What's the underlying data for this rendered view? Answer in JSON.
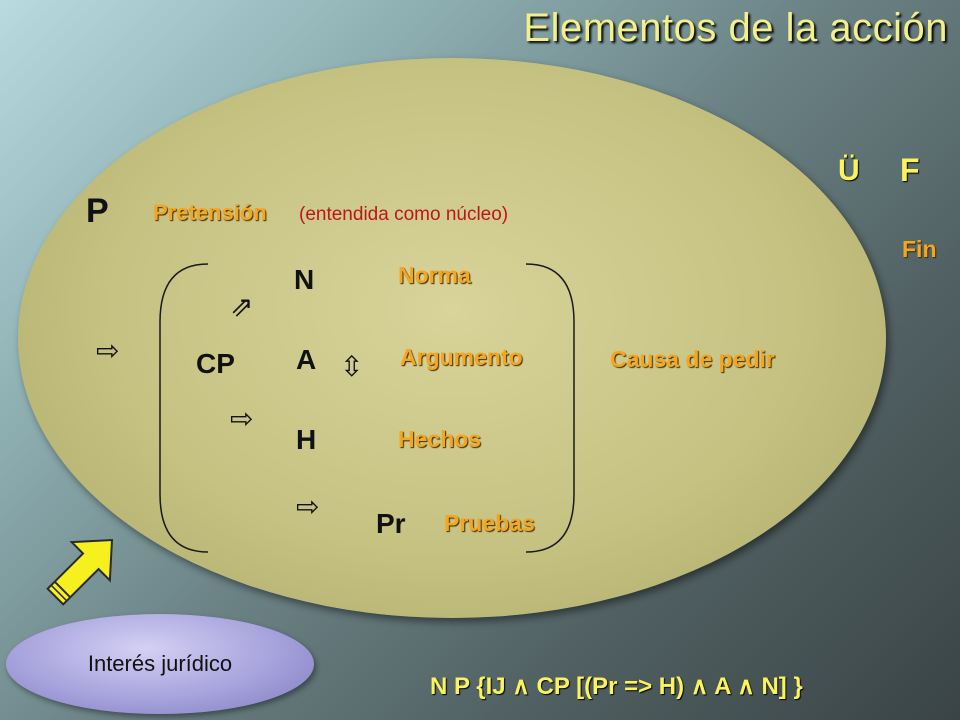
{
  "title": "Elementos de la acción",
  "main": {
    "p_label": "P",
    "pretension": "Pretensión",
    "pretension_note": "(entendida como núcleo)",
    "cp_label": "CP",
    "causa": "Causa de pedir",
    "elements": [
      {
        "letter": "N",
        "word": "Norma"
      },
      {
        "letter": "A",
        "word": "Argumento"
      },
      {
        "letter": "H",
        "word": "Hechos"
      },
      {
        "letter": "Pr",
        "word": "Pruebas"
      }
    ],
    "arrows": {
      "to_cp": "⇨",
      "to_n": "⇗",
      "a_updown": "⇳",
      "to_h": "⇨",
      "to_pr": "⇨"
    }
  },
  "side": {
    "bullet": "Ü",
    "f_label": "F",
    "fin": "Fin"
  },
  "interes": "Interés jurídico",
  "formula": "N P {IJ ∧ CP [(Pr => H) ∧ A ∧ N] }",
  "colors": {
    "title": "#f3f08a",
    "ellipse": "#c6c282",
    "orange_text": "#f6a51e",
    "note": "#c0141c",
    "formula": "#fbf35c",
    "interes_ellipse": "#a6a2dc",
    "arrow_fill": "#f6f01e"
  }
}
